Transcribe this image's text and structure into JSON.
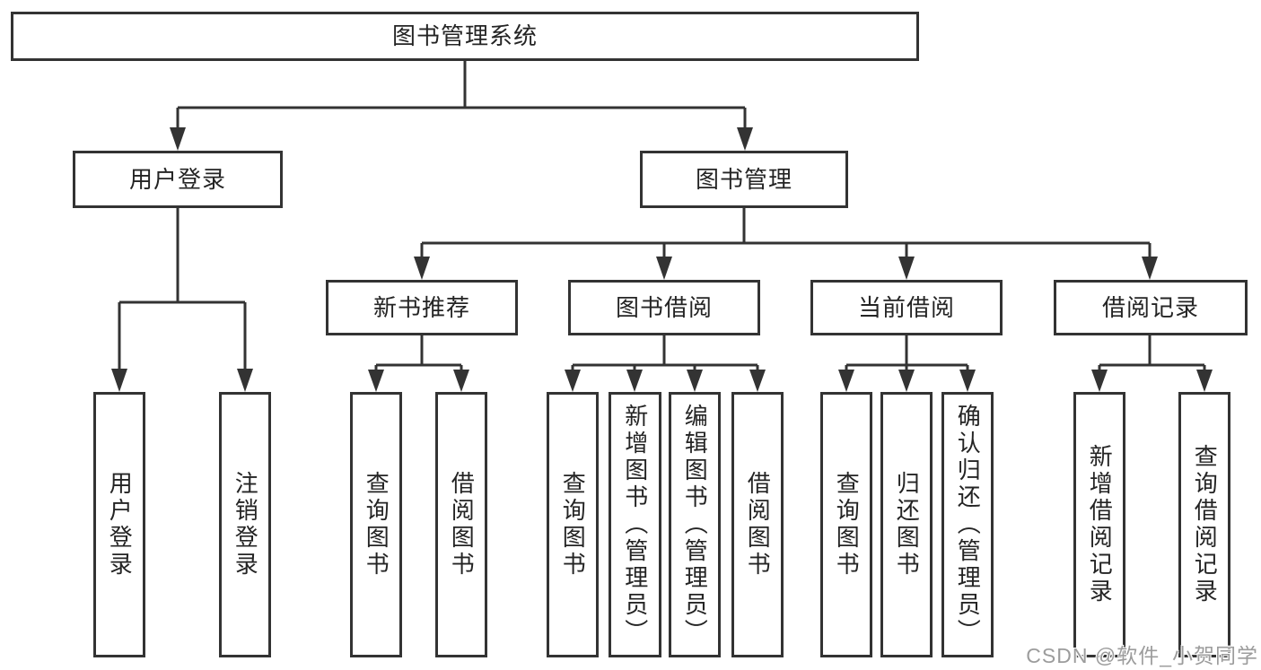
{
  "tree": {
    "label": "图书管理系统",
    "children": [
      {
        "label": "用户登录",
        "children": [
          {
            "label": "用户登录"
          },
          {
            "label": "注销登录"
          }
        ]
      },
      {
        "label": "图书管理",
        "children": [
          {
            "label": "新书推荐",
            "children": [
              {
                "label": "查询图书"
              },
              {
                "label": "借阅图书"
              }
            ]
          },
          {
            "label": "图书借阅",
            "children": [
              {
                "label": "查询图书"
              },
              {
                "label": "新增图书（管理员）"
              },
              {
                "label": "编辑图书（管理员）"
              },
              {
                "label": "借阅图书"
              }
            ]
          },
          {
            "label": "当前借阅",
            "children": [
              {
                "label": "查询图书"
              },
              {
                "label": "归还图书"
              },
              {
                "label": "确认归还（管理员）"
              }
            ]
          },
          {
            "label": "借阅记录",
            "children": [
              {
                "label": "新增借阅记录"
              },
              {
                "label": "查询借阅记录"
              }
            ]
          }
        ]
      }
    ]
  },
  "watermark": {
    "text": "CSDN @软件_小贺同学"
  },
  "colors": {
    "line": "#333333",
    "border": "#333333",
    "text": "#242424",
    "background": "#ffffff",
    "watermark": "#9c9c9c"
  }
}
